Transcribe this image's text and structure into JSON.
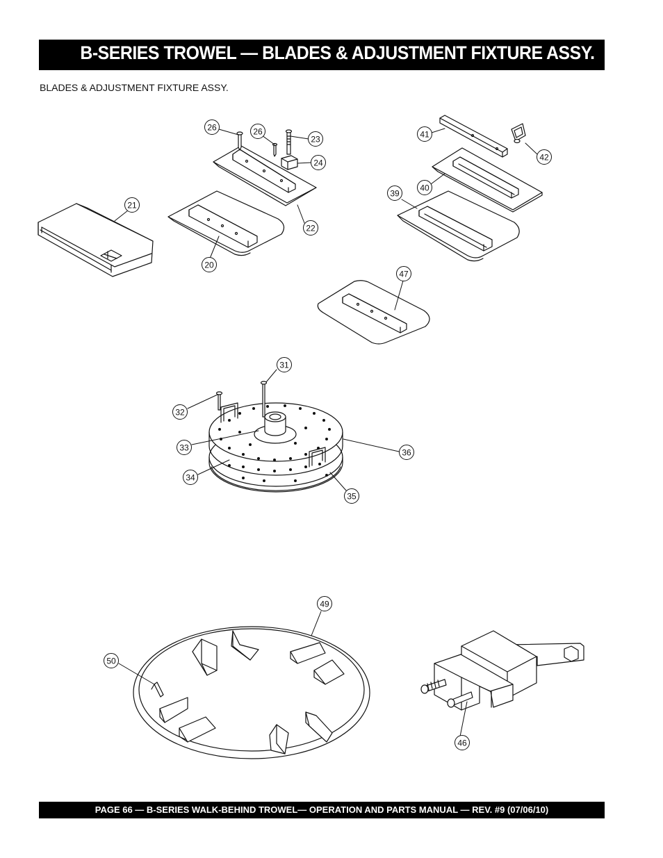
{
  "header": {
    "title": "B-SERIES TROWEL — BLADES & ADJUSTMENT FIXTURE ASSY."
  },
  "section": {
    "label": "BLADES & ADJUSTMENT FIXTURE ASSY."
  },
  "callouts": {
    "c20": "20",
    "c21": "21",
    "c22": "22",
    "c23": "23",
    "c24": "24",
    "c26a": "26",
    "c26b": "26",
    "c31": "31",
    "c32": "32",
    "c33": "33",
    "c34": "34",
    "c35": "35",
    "c36": "36",
    "c39": "39",
    "c40": "40",
    "c41": "41",
    "c42": "42",
    "c46": "46",
    "c47": "47",
    "c49": "49",
    "c50": "50"
  },
  "footer": {
    "text": "PAGE 66 — B-SERIES  WALK-BEHIND TROWEL— OPERATION AND PARTS MANUAL — REV. #9 (07/06/10)"
  }
}
